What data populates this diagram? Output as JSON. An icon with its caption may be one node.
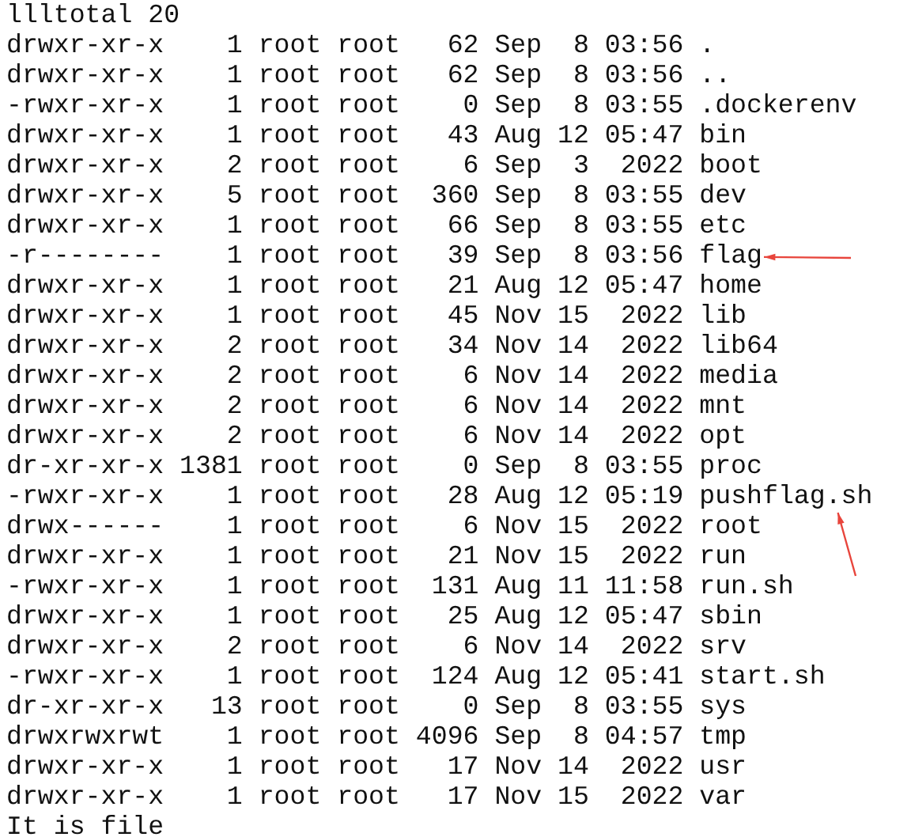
{
  "diagram": {
    "nodes": [
      {
        "text": [
          "flag"
        ]
      },
      {
        "text": [
          "pushflag.sh"
        ]
      }
    ],
    "edges": [
      {
        "from": null,
        "to": 0,
        "arrow": "to"
      },
      {
        "from": null,
        "to": 1,
        "arrow": "to"
      }
    ],
    "labels": [
      "llltotal 20",
      "drwxr-xr-x    1 root root   62 Sep  8 03:56 .",
      "drwxr-xr-x    1 root root   62 Sep  8 03:56 ..",
      "-rwxr-xr-x    1 root root    0 Sep  8 03:55 .dockerenv",
      "drwxr-xr-x    1 root root   43 Aug 12 05:47 bin",
      "drwxr-xr-x    2 root root    6 Sep  3  2022 boot",
      "drwxr-xr-x    5 root root  360 Sep  8 03:55 dev",
      "drwxr-xr-x    1 root root   66 Sep  8 03:55 etc",
      "-r--------    1 root root   39 Sep  8 03:56",
      "drwxr-xr-x    1 root root   21 Aug 12 05:47 home",
      "drwxr-xr-x    1 root root   45 Nov 15  2022 lib",
      "drwxr-xr-x    2 root root   34 Nov 14  2022 lib64",
      "drwxr-xr-x    2 root root    6 Nov 14  2022 media",
      "drwxr-xr-x    2 root root    6 Nov 14  2022 mnt",
      "drwxr-xr-x    2 root root    6 Nov 14  2022 opt",
      "dr-xr-xr-x 1381 root root    0 Sep  8 03:55 proc",
      "-rwxr-xr-x    1 root root   28 Aug 12 05:19",
      "drwx------    1 root root    6 Nov 15  2022 root",
      "drwxr-xr-x    1 root root   21 Nov 15  2022 run",
      "-rwxr-xr-x    1 root root  131 Aug 11 11:58 run.sh",
      "drwxr-xr-x    1 root root   25 Aug 12 05:47 sbin",
      "drwxr-xr-x    2 root root    6 Nov 14  2022 srv",
      "-rwxr-xr-x    1 root root  124 Aug 12 05:41 start.sh",
      "dr-xr-xr-x   13 root root    0 Sep  8 03:55 sys",
      "drwxrwxrwt    1 root root 4096 Sep  8 04:57 tmp",
      "drwxr-xr-x    1 root root   17 Nov 14  2022 usr",
      "drwxr-xr-x    1 root root   17 Nov 15  2022 var",
      "It is file"
    ]
  }
}
